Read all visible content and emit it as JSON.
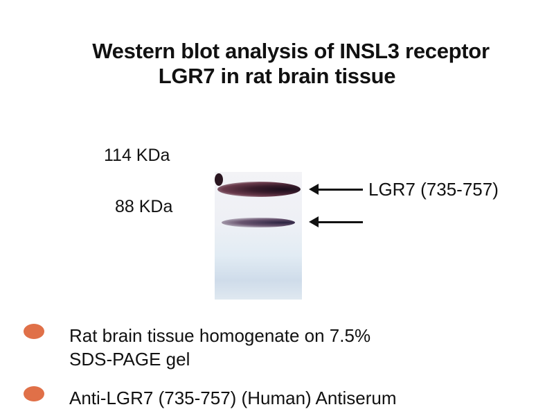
{
  "title": {
    "line1": "Western blot analysis of INSL3 receptor",
    "line2": "LGR7 in rat brain tissue"
  },
  "markers": [
    "114 KDa",
    "88 KDa"
  ],
  "band_label": "LGR7 (735-757)",
  "bullets": [
    {
      "line1": "Rat brain tissue homogenate on 7.5%",
      "line2": "SDS-PAGE gel"
    },
    {
      "line1": "Anti-LGR7 (735-757) (Human) Antiserum"
    }
  ],
  "colors": {
    "bullet": "#e07048"
  }
}
